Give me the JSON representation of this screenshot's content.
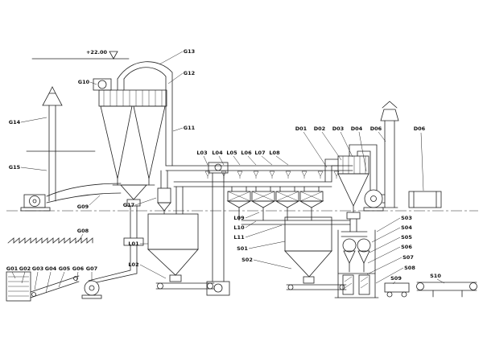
{
  "drawing": {
    "title": "process-flow-equipment-layout",
    "elevation_marker": "+22.00",
    "labels": {
      "g01": "G01",
      "g02": "G02",
      "g03": "G03",
      "g04": "G04",
      "g05": "G05",
      "g06": "G06",
      "g07": "G07",
      "g08": "G08",
      "g09": "G09",
      "g10": "G10",
      "g11": "G11",
      "g12": "G12",
      "g13": "G13",
      "g14": "G14",
      "g15": "G15",
      "g17": "G17",
      "l01": "L01",
      "l02": "L02",
      "l03": "L03",
      "l04": "L04",
      "l05": "L05",
      "l06": "L06",
      "l07": "L07",
      "l08": "L08",
      "l09": "L09",
      "l10": "L10",
      "l11": "L11",
      "s01": "S01",
      "s02": "S02",
      "s03": "S03",
      "s04": "S04",
      "s05": "S05",
      "s06": "S06",
      "s07": "S07",
      "s08": "S08",
      "s09": "S09",
      "s10": "S10",
      "d01": "D01",
      "d02": "D02",
      "d03": "D03",
      "d04": "D04",
      "d06a": "D06",
      "d06b": "D06"
    }
  }
}
